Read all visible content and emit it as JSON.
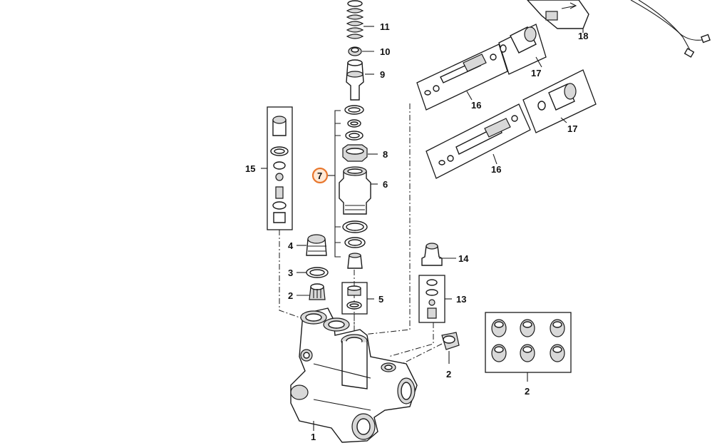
{
  "callouts": {
    "c1": "1",
    "c2a": "2",
    "c2b": "2",
    "c2c": "2",
    "c3": "3",
    "c4": "4",
    "c5": "5",
    "c6": "6",
    "c7": "7",
    "c8": "8",
    "c9": "9",
    "c10": "10",
    "c11": "11",
    "c13": "13",
    "c14": "14",
    "c15": "15",
    "c16a": "16",
    "c16b": "16",
    "c17a": "17",
    "c17b": "17",
    "c18": "18"
  },
  "colors": {
    "highlight": "#e8772e",
    "highlight_fill": "#ffe9d6",
    "line": "#1a1a1a"
  },
  "highlighted_callout": "7"
}
